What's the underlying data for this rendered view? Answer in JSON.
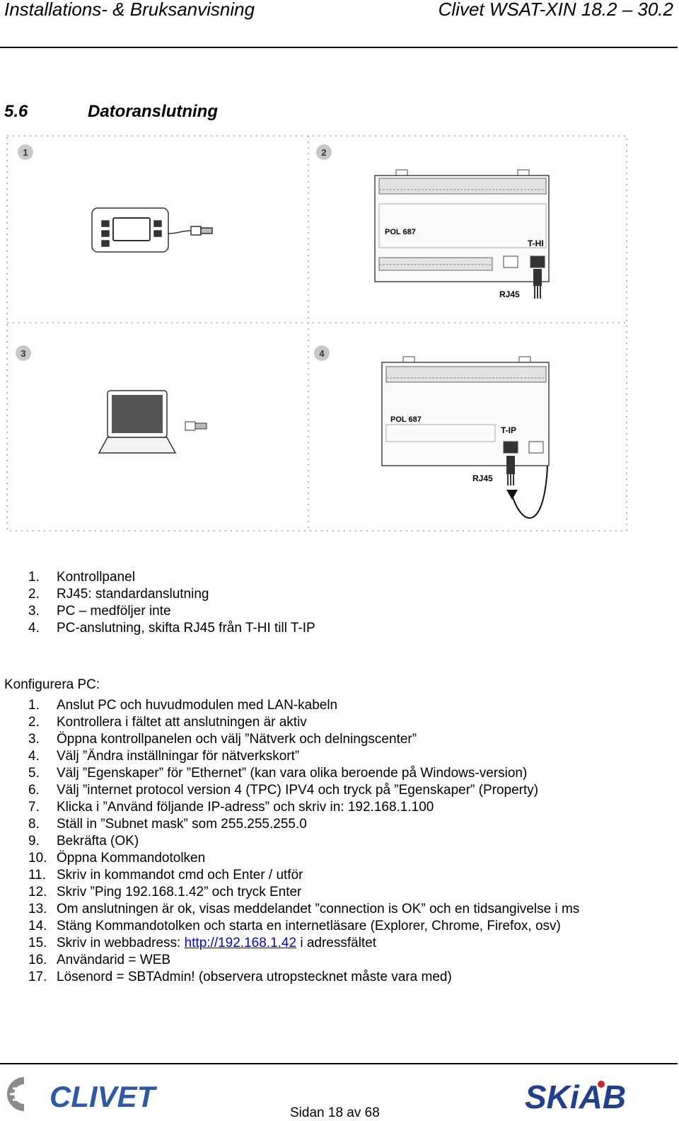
{
  "header": {
    "left": "Installations- & Bruksanvisning",
    "right": "Clivet WSAT-XIN 18.2 – 30.2"
  },
  "section": {
    "number": "5.6",
    "title": "Datoranslutning"
  },
  "figure": {
    "badges": [
      "1",
      "2",
      "3",
      "4"
    ],
    "module_label": "POL 687",
    "port_thi": "T-HI",
    "port_tip": "T-IP",
    "connector": "RJ45"
  },
  "legend": [
    {
      "n": "1.",
      "text": "Kontrollpanel"
    },
    {
      "n": "2.",
      "text": "RJ45: standardanslutning"
    },
    {
      "n": "3.",
      "text": "PC – medföljer inte"
    },
    {
      "n": "4.",
      "text": "PC-anslutning, skifta RJ45 från T-HI till T-IP"
    }
  ],
  "configure_label": "Konfigurera PC:",
  "steps": [
    {
      "n": "1.",
      "text": "Anslut PC och huvudmodulen med LAN-kabeln"
    },
    {
      "n": "2.",
      "text": "Kontrollera i fältet att anslutningen är aktiv"
    },
    {
      "n": "3.",
      "text": "Öppna kontrollpanelen och välj ”Nätverk och delningscenter”"
    },
    {
      "n": "4.",
      "text": "Välj ”Ändra inställningar för nätverkskort”"
    },
    {
      "n": "5.",
      "text": "Välj ”Egenskaper” för ”Ethernet” (kan vara olika beroende på Windows-version)"
    },
    {
      "n": "6.",
      "text": "Välj ”internet protocol version 4 (TPC) IPV4 och tryck på ”Egenskaper” (Property)"
    },
    {
      "n": "7.",
      "text": "Klicka i ”Använd följande IP-adress” och skriv in: 192.168.1.100"
    },
    {
      "n": "8.",
      "text": "Ställ in ”Subnet mask” som 255.255.255.0"
    },
    {
      "n": "9.",
      "text": "Bekräfta (OK)"
    },
    {
      "n": "10.",
      "text": "Öppna Kommandotolken"
    },
    {
      "n": "11.",
      "text": "Skriv in kommandot cmd och Enter / utför"
    },
    {
      "n": "12.",
      "text": "Skriv ”Ping 192.168.1.42” och tryck Enter"
    },
    {
      "n": "13.",
      "text": "Om anslutningen är ok, visas meddelandet ”connection is OK” och en tidsangivelse i ms"
    },
    {
      "n": "14.",
      "text": "Stäng Kommandotolken och starta en internetläsare (Explorer, Chrome, Firefox, osv)"
    },
    {
      "n": "16.",
      "text": "Användarid = WEB"
    },
    {
      "n": "17.",
      "text": "Lösenord = SBTAdmin! (observera utropstecknet måste vara med)"
    }
  ],
  "step15": {
    "n": "15.",
    "before": "Skriv in webbadress: ",
    "link": "http://192.168.1.42",
    "after": " i adressfältet"
  },
  "footer": {
    "page": "Sidan 18 av 68",
    "logo_left": "CLIVET",
    "logo_right": "SKiAB"
  },
  "colors": {
    "clivet_blue": "#2a5ba8",
    "clivet_grey": "#8a8a8a",
    "skiab_blue": "#1f3f8f",
    "skiab_red": "#d0202a",
    "link": "#0000ee"
  }
}
